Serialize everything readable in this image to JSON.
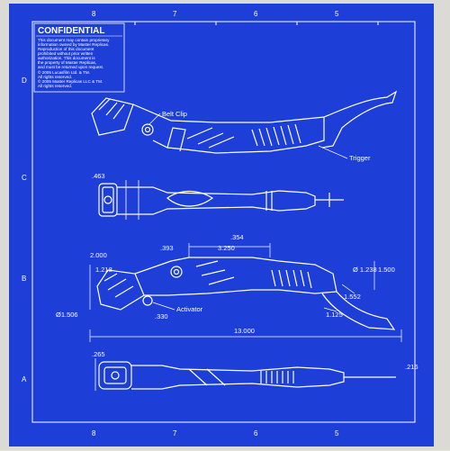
{
  "confidential": {
    "title": "CONFIDENTIAL",
    "lines": [
      "This document may contain proprietary",
      "information owned by Master Replicas.",
      "Reproduction of this document",
      "prohibited without prior written",
      "authorization. This document is",
      "the property of Master Replicas,",
      "and must be returned upon request.",
      "© 2005 Lucasfilm Ltd. & TM.",
      "All rights reserved.",
      "© 2005 Master Replicas LLC & TM.",
      "All rights reserved."
    ]
  },
  "grid": {
    "top_numbers": [
      "8",
      "7",
      "6",
      "5"
    ],
    "bottom_numbers": [
      "8",
      "7",
      "6",
      "5"
    ],
    "side_letters": [
      "D",
      "C",
      "B",
      "A"
    ]
  },
  "callouts": {
    "belt_clip": "Belt Clip",
    "trigger": "Trigger",
    "activator": "Activator"
  },
  "dimensions": {
    "d463": ".463",
    "d2000": "2.000",
    "d393": ".393",
    "d3250": "3.250",
    "d354": ".354",
    "d1218": "1.218",
    "d1238": "Ø 1.238",
    "d1500": "1.500",
    "d1552": "1.552",
    "d1506": "Ø1.506",
    "d330": ".330",
    "d1125": "1.125",
    "d13000": "13.000",
    "d265": ".265",
    "d216": ".216"
  },
  "colors": {
    "blueprint": "#1d3fd8",
    "line": "#ffffff"
  }
}
